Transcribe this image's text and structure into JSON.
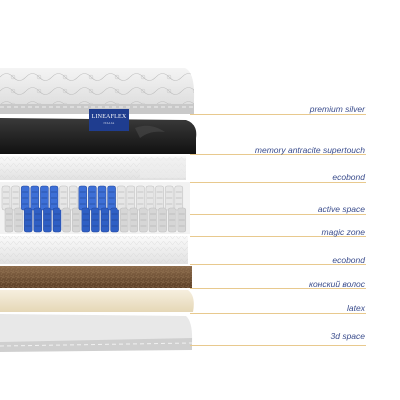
{
  "brand": {
    "name": "LINEAFLEX",
    "tagline": "ITALIA"
  },
  "layers": [
    {
      "id": "premium-silver",
      "label": "premium silver"
    },
    {
      "id": "memory-antracite",
      "label": "memory antracite supertouch"
    },
    {
      "id": "ecobond-top",
      "label": "ecobond"
    },
    {
      "id": "active-space",
      "label": "active space"
    },
    {
      "id": "magic-zone",
      "label": "magic zone"
    },
    {
      "id": "ecobond-bottom",
      "label": "ecobond"
    },
    {
      "id": "horsehair",
      "label": "конский волос"
    },
    {
      "id": "latex",
      "label": "latex"
    },
    {
      "id": "space-3d",
      "label": "3d space"
    }
  ],
  "colors": {
    "label_text": "#3a4c8c",
    "leader_line": "#e8c98e",
    "brand_badge": "#1f3d8f"
  }
}
